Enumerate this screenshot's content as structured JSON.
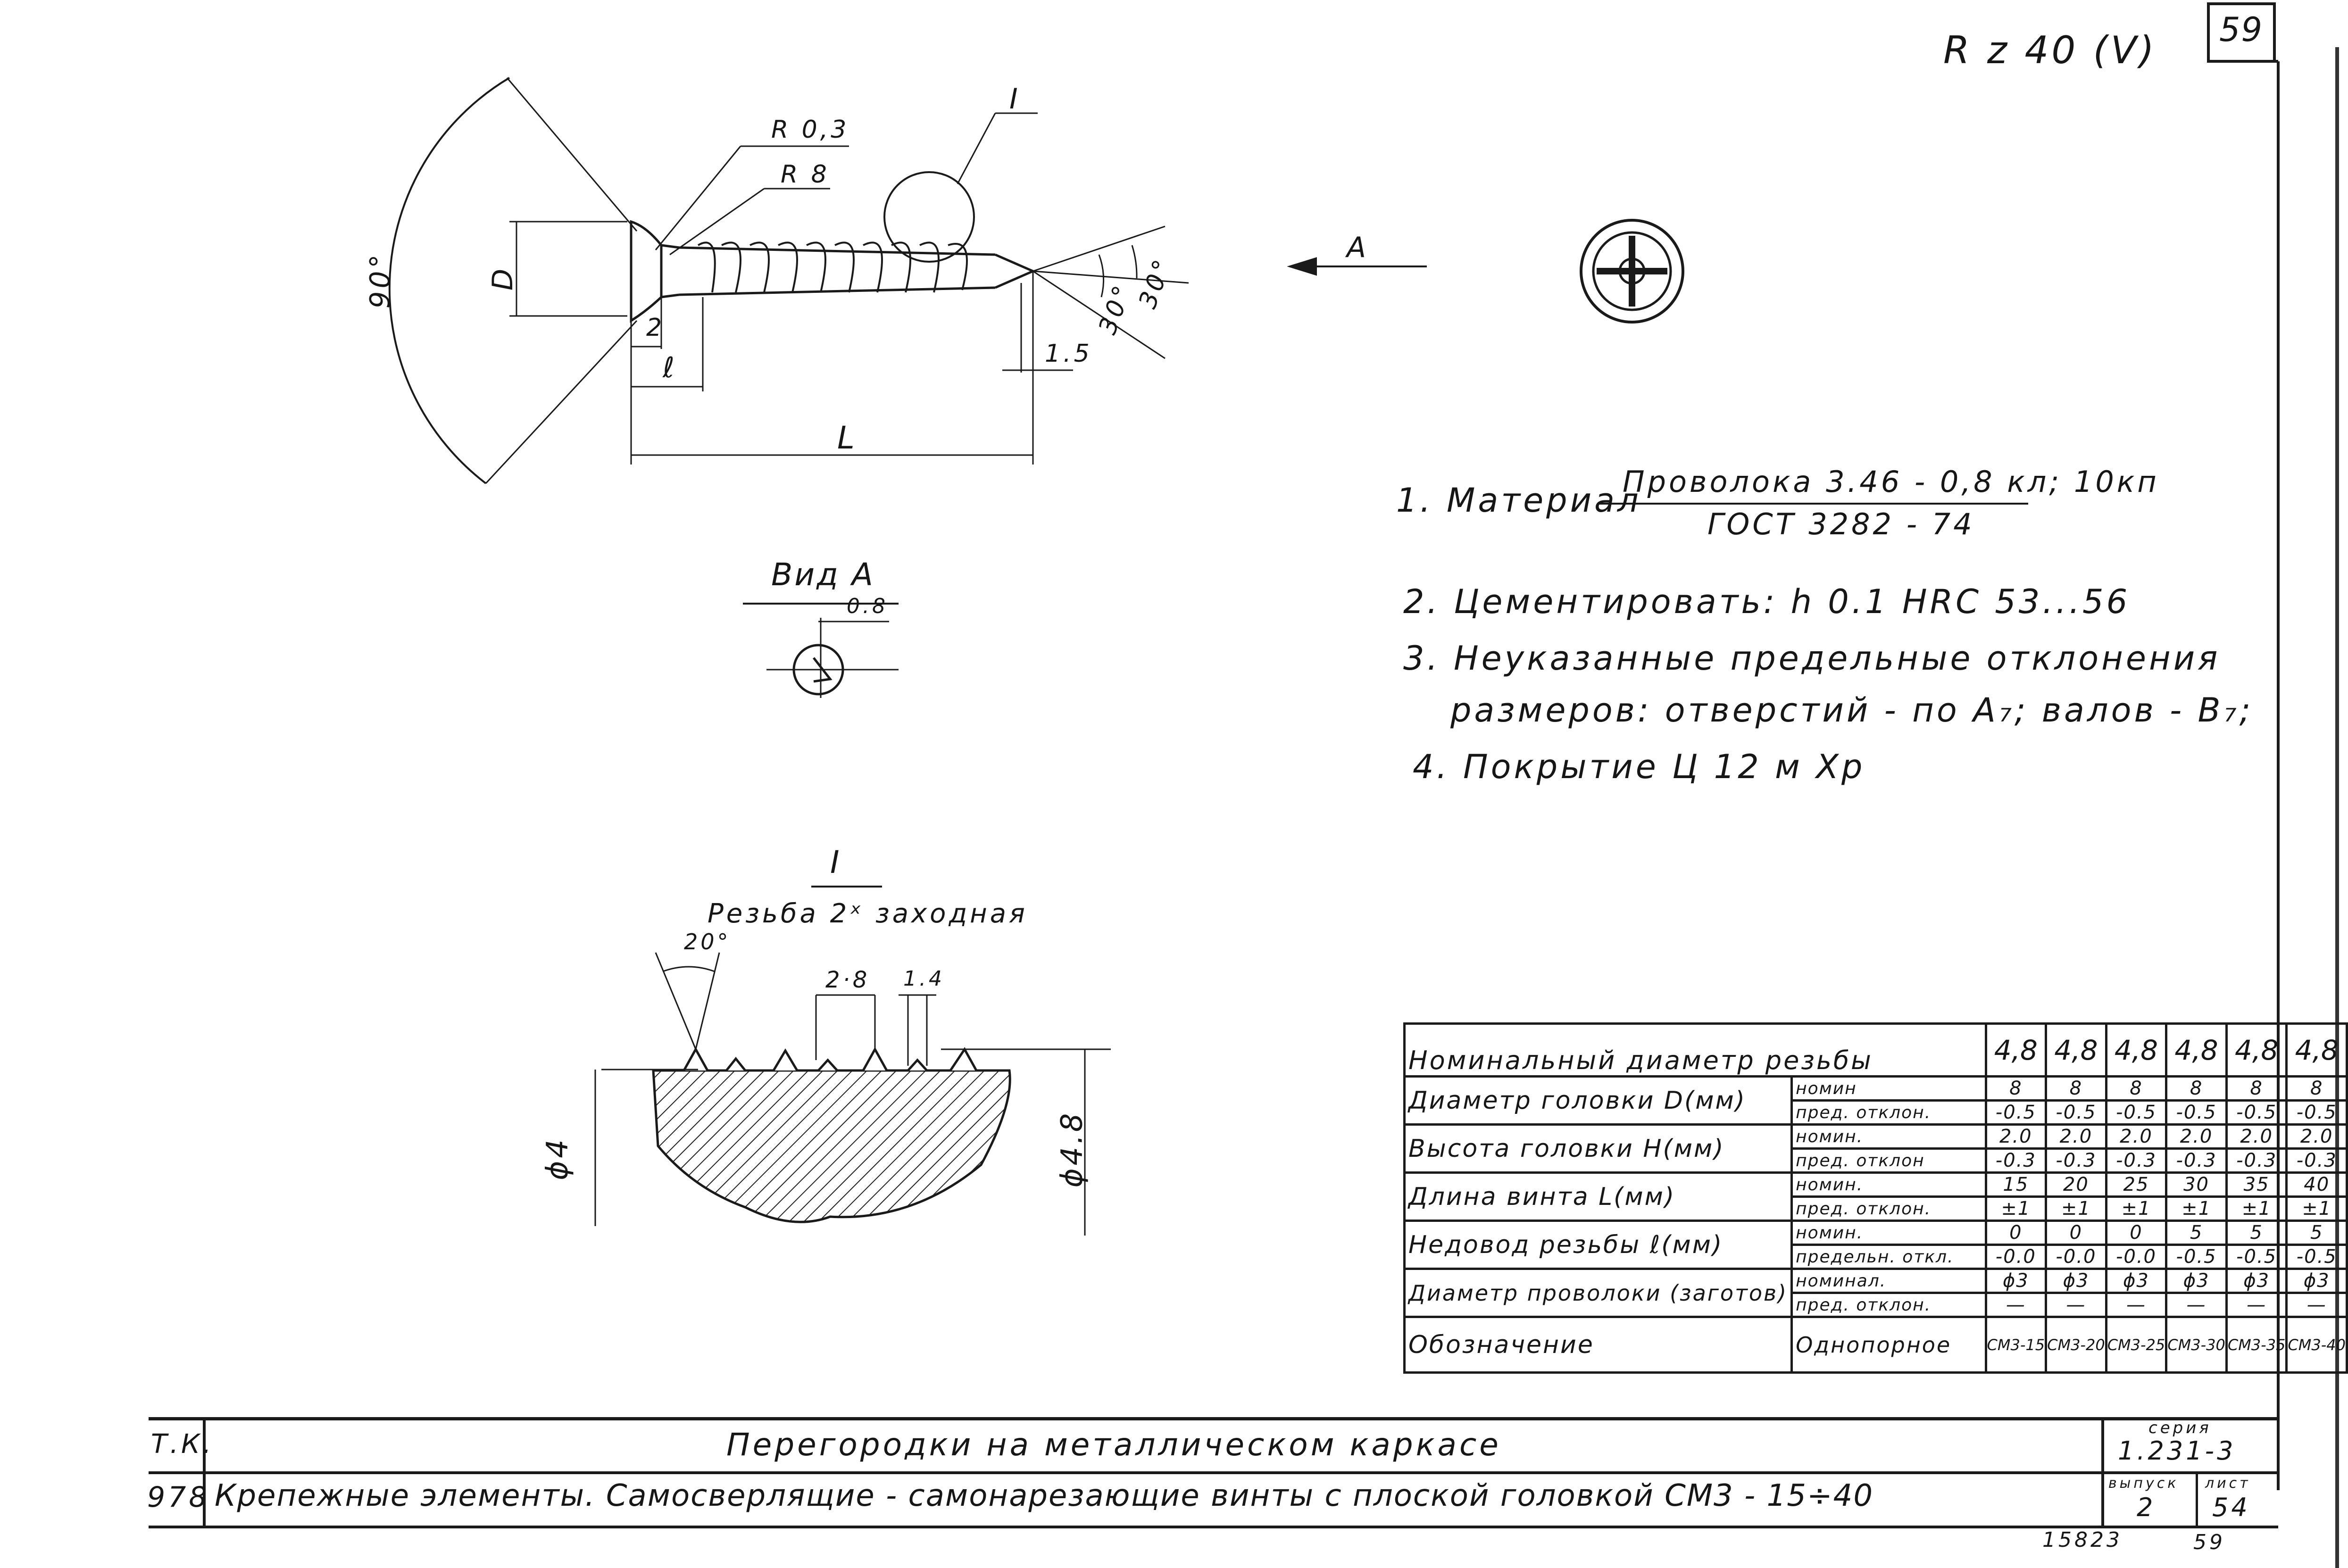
{
  "sheet": {
    "page_number": "59",
    "roughness": "R z 40 (V)",
    "stamp_number": "15823",
    "bottom_page": "59"
  },
  "drawing_labels": {
    "angle_90": "90°",
    "r03": "R 0,3",
    "r8": "R 8",
    "detail_I": "I",
    "arrow_A": "A",
    "dim_D": "D",
    "dim_2": "2",
    "dim_l": "ℓ",
    "dim_L": "L",
    "angle_30a": "30°",
    "angle_30b": "30°",
    "dim_15": "1.5",
    "view_A_title": "Вид А",
    "view_A_dim": "0.8",
    "detail_title": "I",
    "detail_subtitle": "Резьба 2ˣ заходная",
    "angle_20": "20°",
    "pitch_28": "2·8",
    "pitch_14": "1.4",
    "dia_4": "ϕ4",
    "dia_48": "ϕ4.8"
  },
  "notes": {
    "n1_label": "1. Материал",
    "n1_top": "Проволока 3.46 - 0,8 кл; 10кп",
    "n1_bottom": "ГОСТ 3282 - 74",
    "n2": "2. Цементировать: h 0.1 HRC 53...56",
    "n3a": "3. Неуказанные предельные отклонения",
    "n3b": "размеров: отверстий - по А₇; валов - В₇;",
    "n4": "4. Покрытие Ц 12 м Хр"
  },
  "table": {
    "header": "Номинальный диаметр резьбы",
    "nominal": [
      "4,8",
      "4,8",
      "4,8",
      "4,8",
      "4,8",
      "4,8"
    ],
    "rows": [
      {
        "param": "Диаметр головки D(мм)",
        "sub": [
          {
            "label": "номин",
            "values": [
              "8",
              "8",
              "8",
              "8",
              "8",
              "8"
            ]
          },
          {
            "label": "пред. отклон.",
            "values": [
              "-0.5",
              "-0.5",
              "-0.5",
              "-0.5",
              "-0.5",
              "-0.5"
            ]
          }
        ]
      },
      {
        "param": "Высота головки H(мм)",
        "sub": [
          {
            "label": "номин.",
            "values": [
              "2.0",
              "2.0",
              "2.0",
              "2.0",
              "2.0",
              "2.0"
            ]
          },
          {
            "label": "пред. отклон",
            "values": [
              "-0.3",
              "-0.3",
              "-0.3",
              "-0.3",
              "-0.3",
              "-0.3"
            ]
          }
        ]
      },
      {
        "param": "Длина винта L(мм)",
        "sub": [
          {
            "label": "номин.",
            "values": [
              "15",
              "20",
              "25",
              "30",
              "35",
              "40"
            ]
          },
          {
            "label": "пред. отклон.",
            "values": [
              "±1",
              "±1",
              "±1",
              "±1",
              "±1",
              "±1"
            ]
          }
        ]
      },
      {
        "param": "Недовод резьбы ℓ(мм)",
        "sub": [
          {
            "label": "номин.",
            "values": [
              "0",
              "0",
              "0",
              "5",
              "5",
              "5"
            ]
          },
          {
            "label": "предельн. откл.",
            "values": [
              "-0.0",
              "-0.0",
              "-0.0",
              "-0.5",
              "-0.5",
              "-0.5"
            ]
          }
        ]
      },
      {
        "param": "Диаметр проволоки (заготов)",
        "sub": [
          {
            "label": "номинал.",
            "values": [
              "ϕ3",
              "ϕ3",
              "ϕ3",
              "ϕ3",
              "ϕ3",
              "ϕ3"
            ]
          },
          {
            "label": "пред. отклон.",
            "values": [
              "—",
              "—",
              "—",
              "—",
              "—",
              "—"
            ]
          }
        ]
      }
    ],
    "designation_label": "Обозначение",
    "designation_type": "Однопорное",
    "designations": [
      "СМ3-15",
      "СМ3-20",
      "СМ3-25",
      "СМ3-30",
      "СМ3-35",
      "СМ3-40"
    ]
  },
  "title_block": {
    "left_top": "Т.К.",
    "left_bottom": "978",
    "title": "Перегородки на металлическом каркасе",
    "subtitle": "Крепежные элементы. Самосверлящие - самонарезающие винты с плоской головкой СМ3 - 15÷40",
    "series_label": "серия",
    "series": "1.231-3",
    "issue_label": "выпуск",
    "issue": "2",
    "sheet_label": "лист",
    "sheet": "54"
  }
}
